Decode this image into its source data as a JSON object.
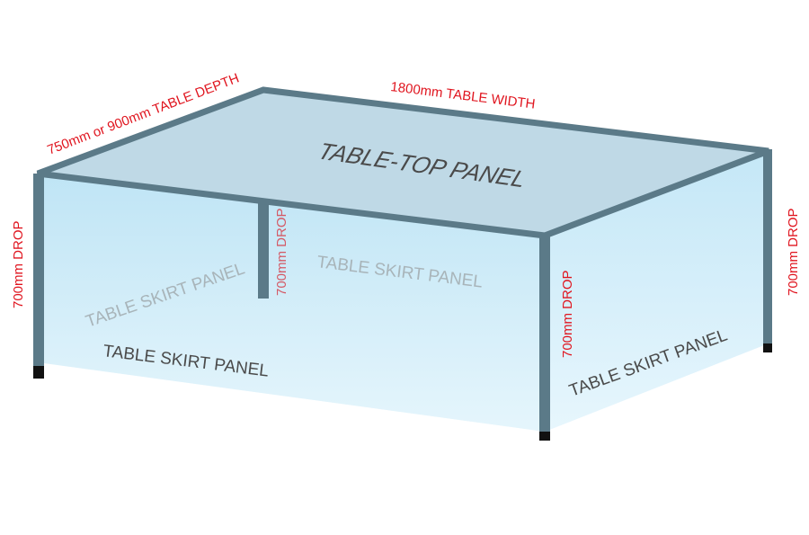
{
  "labels": {
    "top_panel": "TABLE-TOP PANEL",
    "depth": "750mm or 900mm TABLE DEPTH",
    "width": "1800mm TABLE WIDTH",
    "drop_left": "700mm DROP",
    "drop_back_left": "700mm DROP",
    "drop_front_right": "700mm DROP",
    "drop_right": "700mm DROP",
    "skirt_back_left": "TABLE SKIRT PANEL",
    "skirt_back": "TABLE SKIRT PANEL",
    "skirt_front": "TABLE SKIRT PANEL",
    "skirt_right": "TABLE SKIRT PANEL"
  },
  "colors": {
    "dimension": "#e0151f",
    "dimension_faded": "#d45a66",
    "frame": "#5b7a88",
    "leg_foot": "#111111",
    "top_fill": "#bfd9e6",
    "skirt_fill": "#cdeaf7",
    "label_dark": "#4a4a4a",
    "label_light": "#a8b4b9"
  }
}
